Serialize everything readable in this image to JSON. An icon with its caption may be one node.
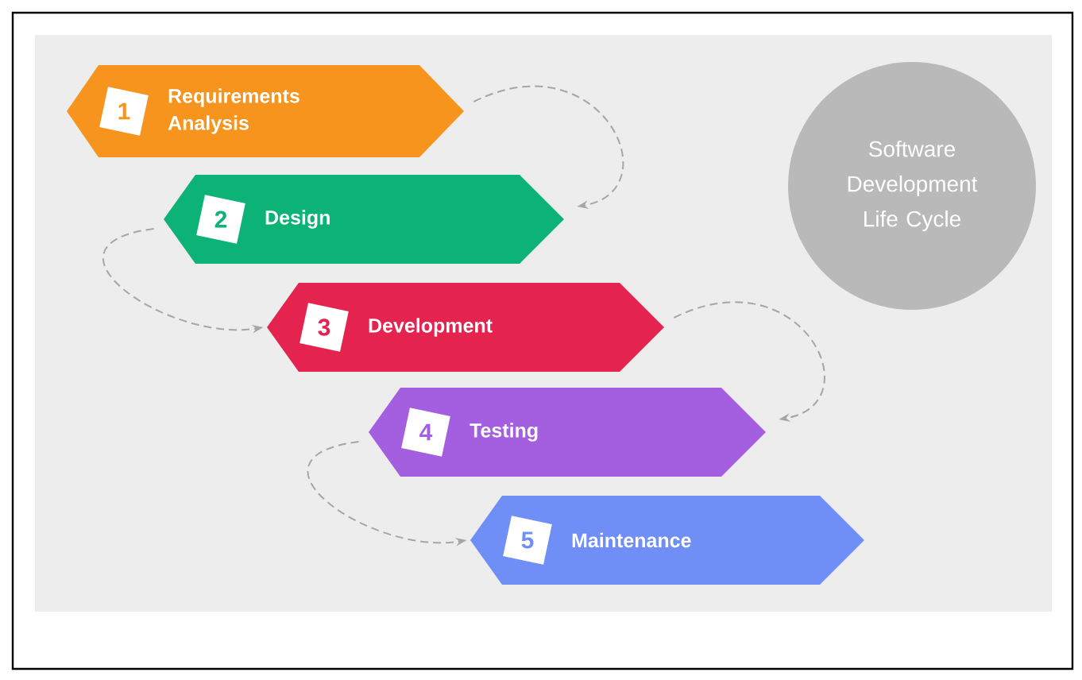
{
  "diagram": {
    "nodes": [
      {
        "text": [
          "1",
          "Requirements Analysis"
        ]
      },
      {
        "text": [
          "2",
          "Design"
        ]
      },
      {
        "text": [
          "3",
          "Development"
        ]
      },
      {
        "text": [
          "4",
          "Testing"
        ]
      },
      {
        "text": [
          "5",
          "Maintenance"
        ]
      },
      {
        "text": [
          "Software Development Life Cycle"
        ]
      }
    ],
    "edges": [
      {
        "from": 0,
        "to": 1,
        "arrow": "to",
        "style": "dashed"
      },
      {
        "from": 1,
        "to": 2,
        "arrow": "to",
        "style": "dashed"
      },
      {
        "from": 2,
        "to": 3,
        "arrow": "to",
        "style": "dashed"
      },
      {
        "from": 3,
        "to": 4,
        "arrow": "to",
        "style": "dashed"
      }
    ]
  }
}
